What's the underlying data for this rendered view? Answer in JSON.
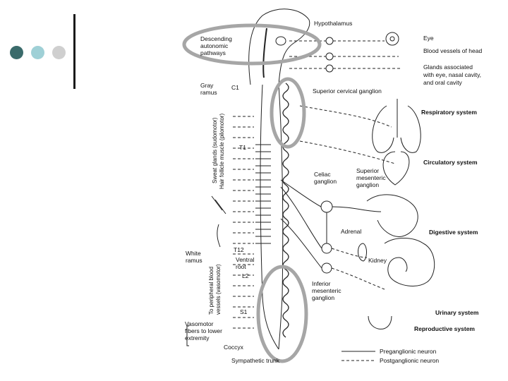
{
  "slide": {
    "accent_dots": [
      "#3a6b6b",
      "#9fd0d6",
      "#cfcfcf"
    ],
    "highlight_color": "#a6a6a6"
  },
  "diagram": {
    "labels": {
      "hypothalamus": "Hypothalamus",
      "descending_1": "Descending",
      "descending_2": "autonomic",
      "descending_3": "pathways",
      "eye": "Eye",
      "blood_vessels_head": "Blood vessels of head",
      "glands_1": "Glands associated",
      "glands_2": "with eye, nasal cavity,",
      "glands_3": "and oral cavity",
      "gray_1": "Gray",
      "gray_2": "ramus",
      "c1": "C1",
      "superior_cervical": "Superior cervical ganglion",
      "sweat_1": "Sweat glands (sudomotor)",
      "sweat_2": "Hair follicle muscle (pilomotor)",
      "t1": "T1",
      "celiac_1": "Celiac",
      "celiac_2": "ganglion",
      "sup_mes_1": "Superior",
      "sup_mes_2": "mesenteric",
      "sup_mes_3": "ganglion",
      "adrenal": "Adrenal",
      "kidney": "Kidney",
      "white_1": "White",
      "white_2": "ramus",
      "t12": "T12",
      "ventral_1": "Ventral",
      "ventral_2": "root",
      "l2": "L2",
      "periph_1": "To peripheral blood",
      "periph_2": "vessels (vasomotor)",
      "inf_mes_1": "Inferior",
      "inf_mes_2": "mesenteric",
      "inf_mes_3": "ganglion",
      "s1": "S1",
      "vaso_1": "Vasomotor",
      "vaso_2": "fibers to lower",
      "vaso_3": "extremity",
      "coccyx": "Coccyx",
      "sympathetic_trunk": "Sympathetic trunk"
    },
    "systems": {
      "respiratory": "Respiratory system",
      "circulatory": "Circulatory system",
      "digestive": "Digestive system",
      "urinary": "Urinary system",
      "reproductive": "Reproductive system"
    },
    "legend": {
      "preganglionic": "Preganglionic neuron",
      "postganglionic": "Postganglionic neuron"
    }
  }
}
